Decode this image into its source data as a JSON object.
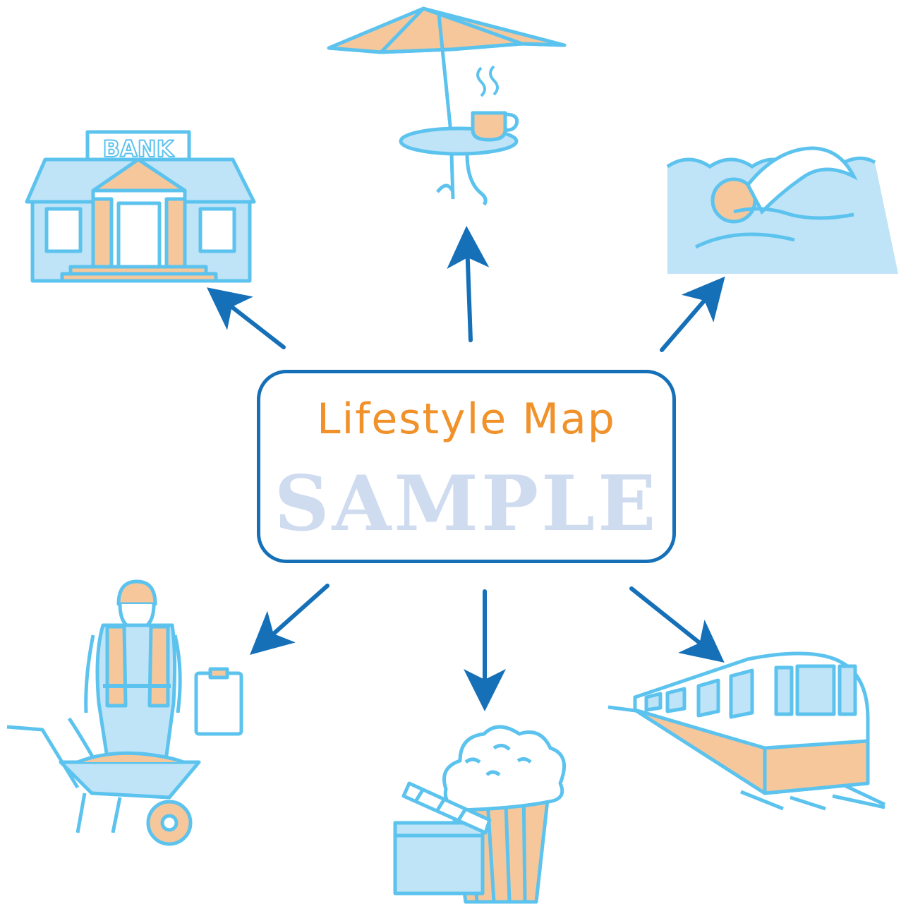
{
  "center": {
    "title": "Lifestyle Map",
    "watermark": "SAMPLE"
  },
  "nodes": [
    {
      "id": "bank",
      "icon": "bank-icon",
      "sign_text": "BANK"
    },
    {
      "id": "cafe",
      "icon": "cafe-table-icon"
    },
    {
      "id": "swimming",
      "icon": "swimmer-icon"
    },
    {
      "id": "train",
      "icon": "train-icon"
    },
    {
      "id": "cinema",
      "icon": "popcorn-clapperboard-icon"
    },
    {
      "id": "construction",
      "icon": "construction-worker-icon"
    }
  ],
  "colors": {
    "arrow": "#1570b8",
    "title": "#f0912a",
    "watermark": "#cfdcef",
    "icon_line": "#5cc3ee",
    "icon_fill": "#bfe3f7",
    "icon_accent": "#f6c79b"
  }
}
